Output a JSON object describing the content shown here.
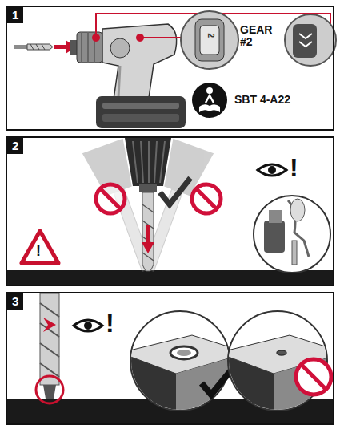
{
  "diagram": {
    "nodes": [
      {
        "text": [
          "1"
        ]
      },
      {
        "text": [
          "2"
        ]
      },
      {
        "text": [
          "3"
        ]
      }
    ],
    "labels": [
      "GEAR #2",
      "2",
      "SBT 4-A22",
      "!",
      "!",
      "!"
    ]
  }
}
